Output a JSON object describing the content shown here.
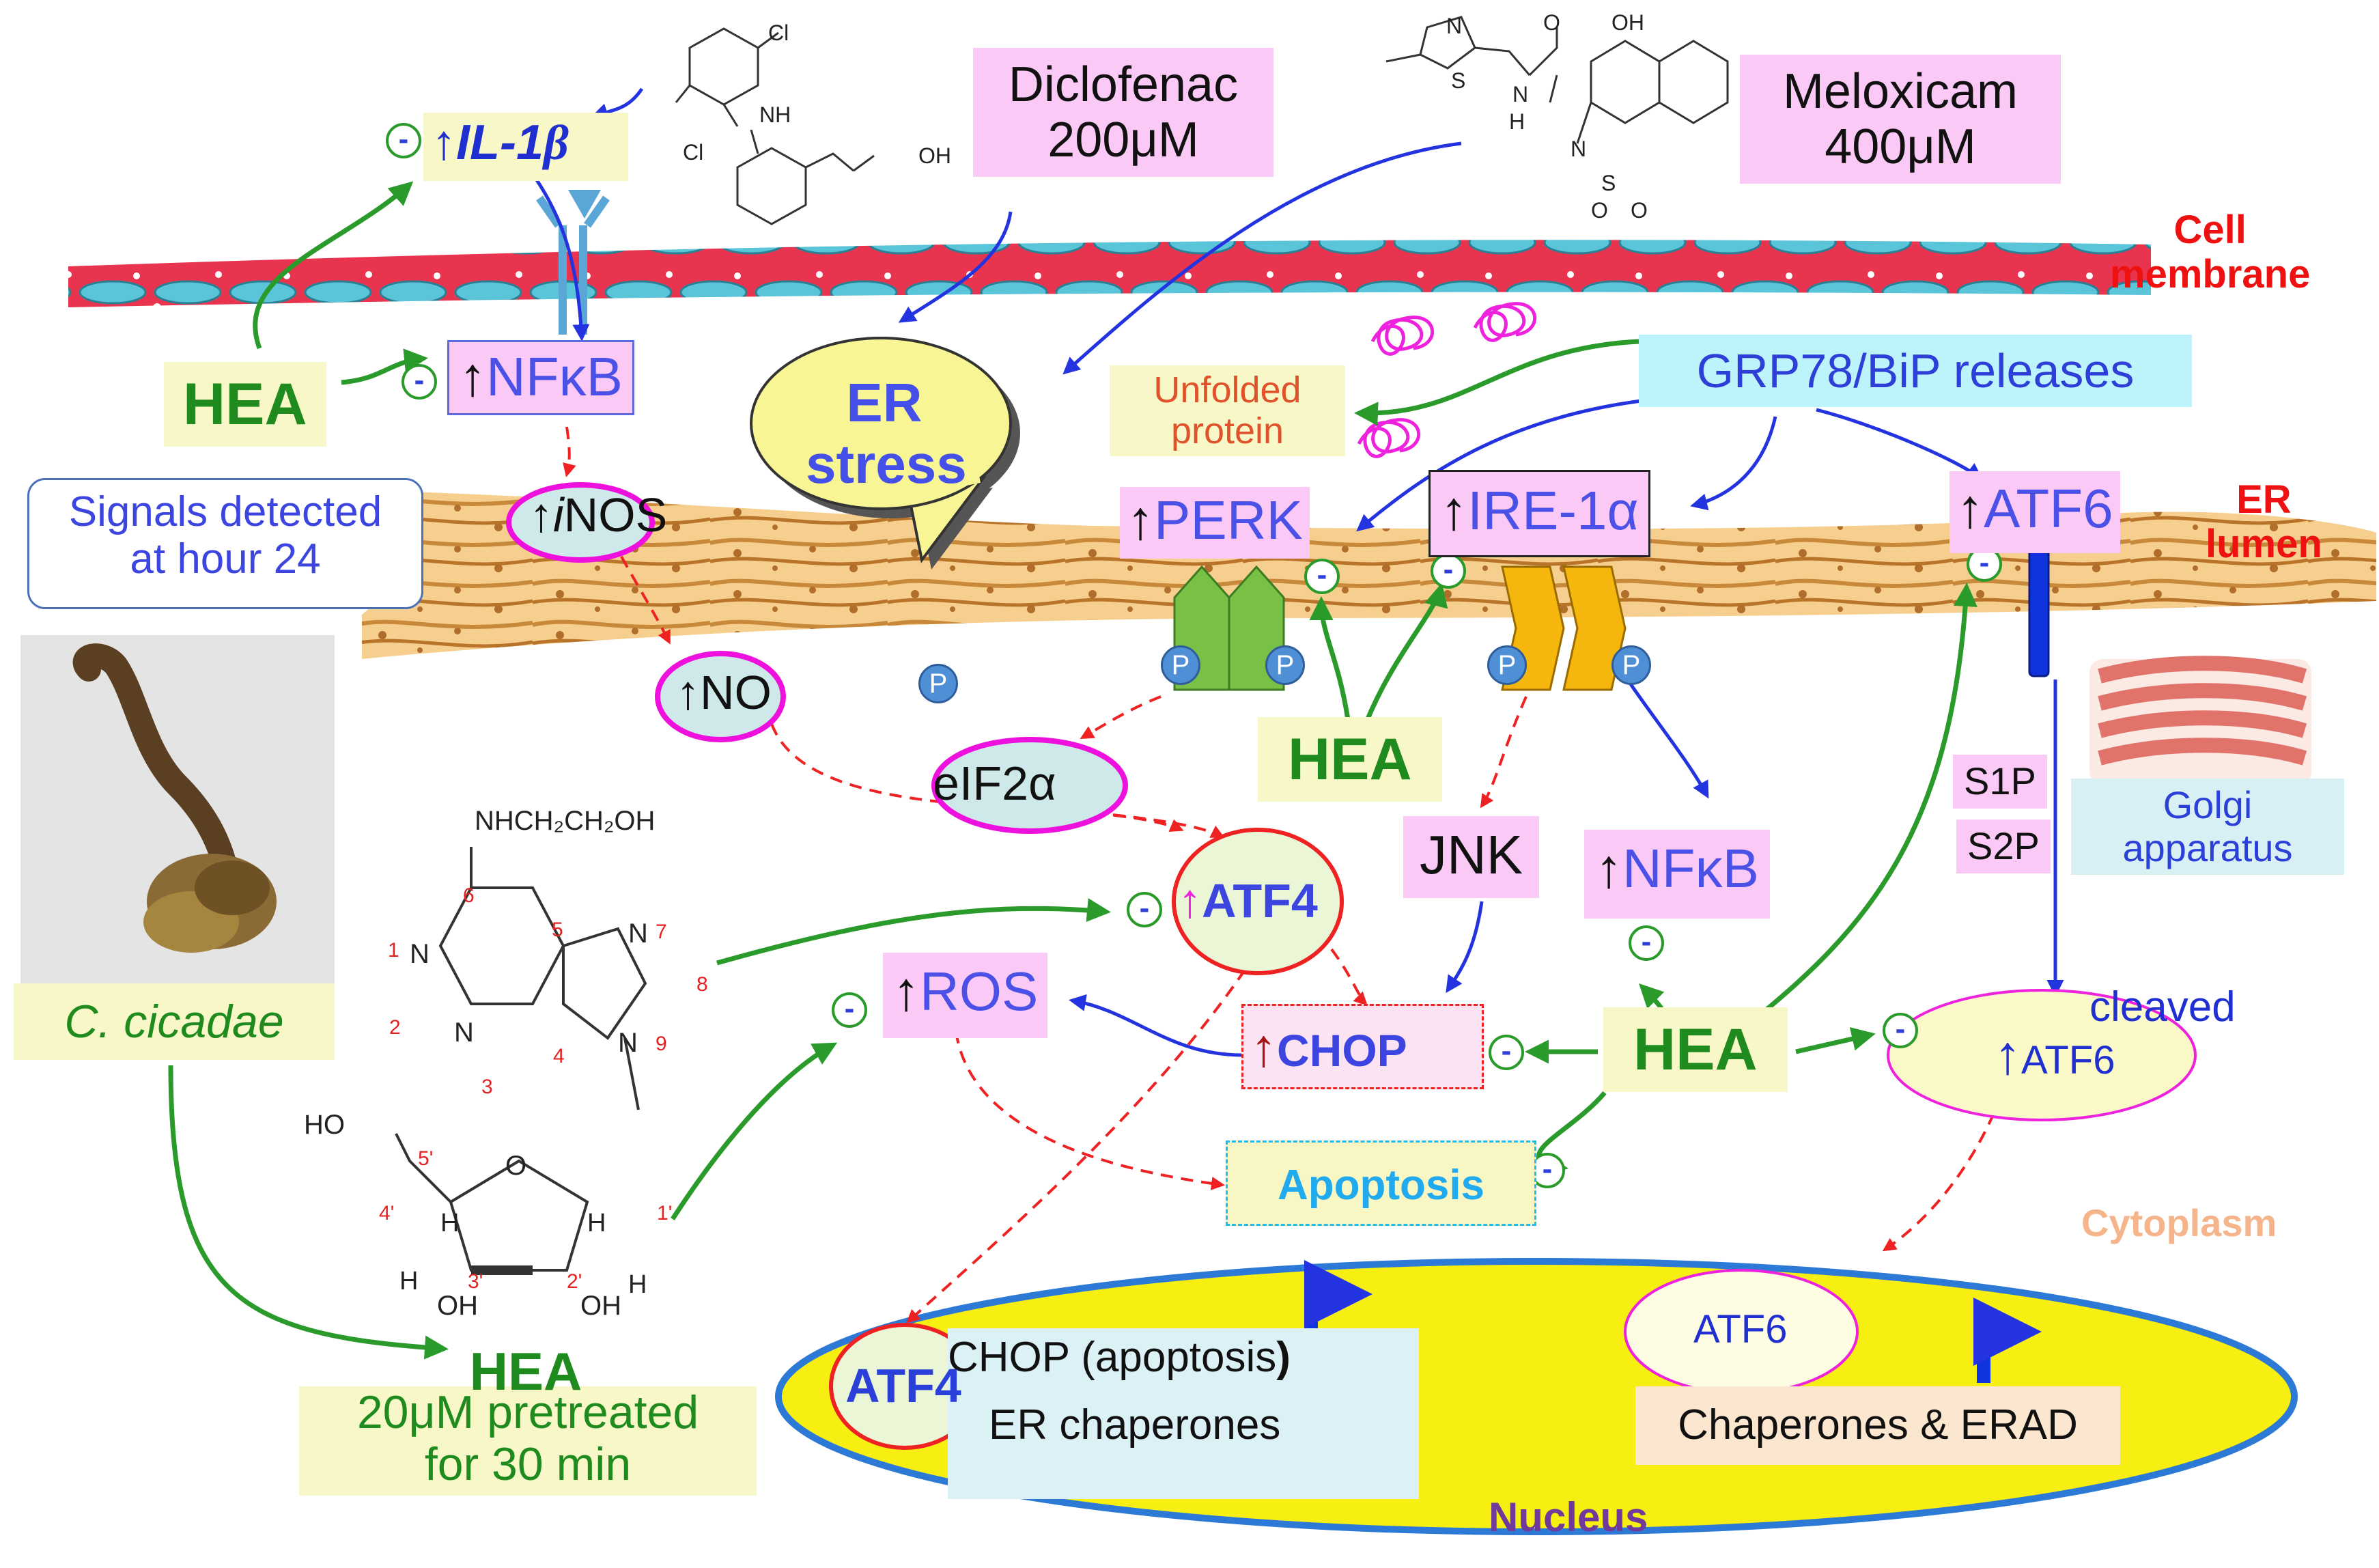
{
  "title": "",
  "compartments": {
    "cell_membrane": [
      "Cell",
      "membrane"
    ],
    "er_lumen": [
      "ER",
      "lumen"
    ],
    "cytoplasm": "Cytoplasm",
    "nucleus": "Nucleus",
    "golgi": [
      "Golgi",
      "apparatus"
    ]
  },
  "drugs": {
    "diclofenac": [
      "Diclofenac",
      "200μM"
    ],
    "meloxicam": [
      "Meloxicam",
      "400μM"
    ],
    "diclofenac_atoms": {
      "cl_top": "Cl",
      "cl_bottom": "Cl",
      "nh": "NH",
      "oh": "OH"
    },
    "meloxicam_atoms": {
      "s_ring": "S",
      "n_ring": "N",
      "o_amide": "O",
      "n_amide": "N",
      "h_amide": "H",
      "oh": "OH",
      "n_sulf": "N",
      "s_sulf": "S",
      "o1": "O",
      "o2": "O"
    }
  },
  "signals": {
    "il1b": "IL-1",
    "il1b_beta": "β",
    "nfkb_top": "NFκB",
    "inos_prefix": "i",
    "inos": "NOS",
    "no": "NO",
    "er_stress": [
      "ER",
      "stress"
    ],
    "unfolded_protein": [
      "Unfolded",
      "protein"
    ],
    "grp78": "GRP78/BiP releases",
    "perk": "PERK",
    "ire1a": "IRE-1α",
    "atf6_top": "ATF6",
    "eif2a": "eIF2α",
    "atf4": "ATF4",
    "jnk": "JNK",
    "nfkb_mid": "NFκB",
    "ros": "ROS",
    "chop": "CHOP",
    "apoptosis": "Apoptosis",
    "cleaved": "cleaved",
    "atf6_cleaved": "ATF6",
    "s1p": "S1P",
    "s2p": "S2P",
    "phospho": "P",
    "up_arrow": "↑",
    "minus": "-"
  },
  "hea": {
    "label": "HEA",
    "dose_lines": [
      "20μM pretreated",
      "for 30 min"
    ]
  },
  "source": {
    "name": "C. cicadae",
    "signals_note": [
      "Signals detected",
      "at hour 24"
    ]
  },
  "nucleus": {
    "atf4": "ATF4",
    "chop_line": "CHOP  (apoptosis",
    "chop_paren": ")",
    "er_chaperones": "ER chaperones",
    "atf6": "ATF6",
    "chaperones_erad": "Chaperones  &  ERAD"
  },
  "hea_structure": {
    "substituent": "NHCH₂CH₂OH",
    "ring_n1": "N",
    "ring_n3": "N",
    "ring_n7": "N",
    "ring_n9": "N",
    "num1": "1",
    "num2": "2",
    "num3": "3",
    "num4": "4",
    "num5": "5",
    "num6": "6",
    "num7": "7",
    "num8": "8",
    "num9": "9",
    "ho": "HO",
    "o_ring": "O",
    "oh_left": "OH",
    "oh_right": "OH",
    "h": "H",
    "p1": "1'",
    "p2": "2'",
    "p3": "3'",
    "p4": "4'",
    "p5": "5'"
  },
  "colors": {
    "membrane_red": "#e8344e",
    "membrane_teal": "#44b6cc",
    "er_tan": "#f3c27d",
    "nucleus_yellow": "#f7ef12",
    "nucleus_border": "#2c79d6",
    "perk_green": "#79c146",
    "ire_orange": "#f5b60e",
    "inhibit_green": "#2a9a2a",
    "activate_blue": "#2333e0",
    "induce_red": "#ee2222",
    "unfolded_magenta": "#ee22dd"
  }
}
